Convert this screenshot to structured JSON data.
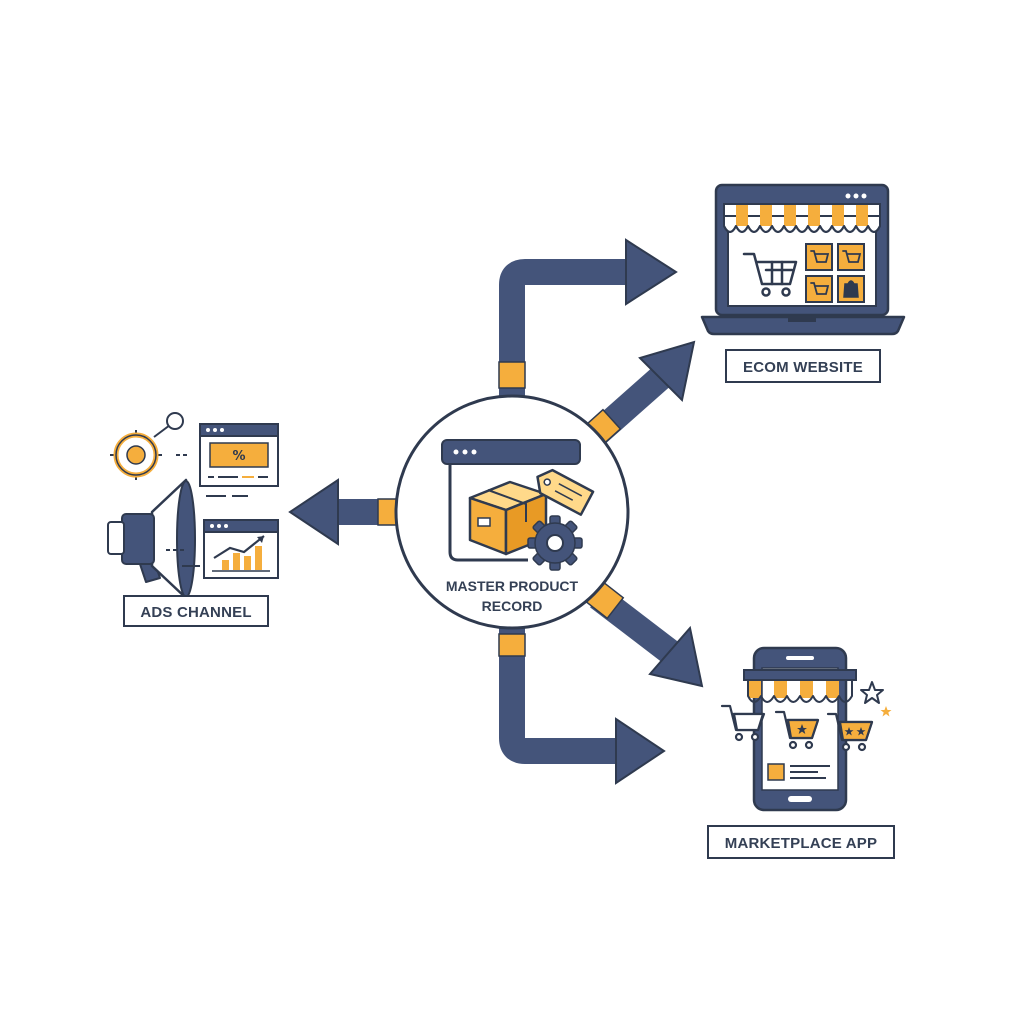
{
  "center": {
    "line1": "MASTER PRODUCT",
    "line2": "RECORD"
  },
  "channels": {
    "ecom": "ECOM WEBSITE",
    "ads": "ADS CHANNEL",
    "marketplace": "MARKETPLACE APP"
  },
  "icons": {
    "percent": "%",
    "center": [
      "browser-window-icon",
      "product-box-icon",
      "price-tag-icon",
      "gear-icon"
    ],
    "ecom": [
      "laptop-icon",
      "storefront-awning-icon",
      "shopping-cart-icon"
    ],
    "ads": [
      "target-icon",
      "megaphone-icon",
      "promo-window-icon",
      "growth-chart-icon"
    ],
    "marketplace": [
      "smartphone-icon",
      "storefront-awning-icon",
      "shopping-cart-icon",
      "star-icon"
    ]
  },
  "colors": {
    "navy": "#44547A",
    "orange": "#F5AE3D",
    "light_orange": "#FFD98A",
    "outline": "#2F3A4F",
    "background": "#FFFFFF"
  }
}
